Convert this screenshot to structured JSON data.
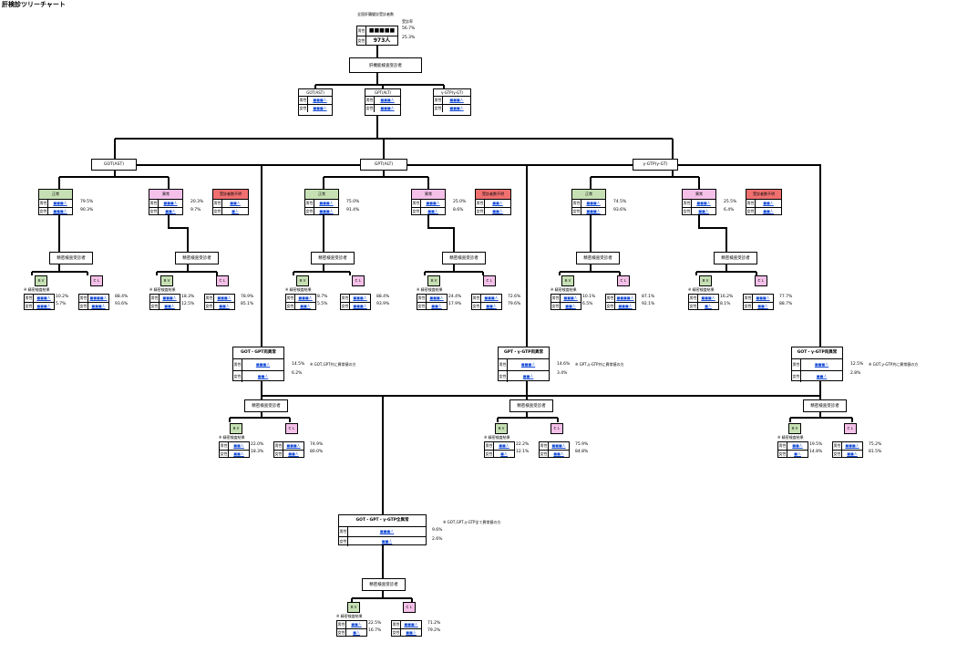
{
  "page_title": "肝検診ツリーチャート",
  "top": {
    "caption": "全国肝臓健診受診者数",
    "rate_label": "受診率",
    "male_label": "男性",
    "female_label": "女性",
    "male_value": "■■■■■",
    "female_value": "973人",
    "male_pct": "56.7%",
    "female_pct": "25.3%"
  },
  "step1": "肝機能検査受診者",
  "tests": [
    {
      "name": "GOT(AST)",
      "male": "■■■人",
      "female": "■■■人"
    },
    {
      "name": "GPT(ALT)",
      "male": "■■■人",
      "female": "■■■人"
    },
    {
      "name": "γ-GTP(γ-GT)",
      "male": "■■■人",
      "female": "■■■人"
    }
  ],
  "branches": [
    {
      "name": "GOT(AST)",
      "normal": {
        "label": "正常",
        "male": "■■■人",
        "female": "■■■人",
        "male_pct": "79.5%",
        "female_pct": "90.3%"
      },
      "abnormal": {
        "label": "異常",
        "male": "■■■人",
        "female": "■■人",
        "male_pct": "20.3%",
        "female_pct": "9.7%"
      },
      "unknown": {
        "label": "受診者数不明",
        "male": "■■人",
        "female": "■人"
      },
      "sub": [
        {
          "step": "精密検査受診者",
          "left": "ＢＶ",
          "right": "ＣＬ",
          "note": "※ 精密検査結果",
          "a_male": "■■■人",
          "a_female": "■■■人",
          "a_mp": "10.2%",
          "a_fp": "5.7%",
          "b_male": "■■■■人",
          "b_female": "■■■人",
          "b_mp": "88.4%",
          "b_fp": "93.6%"
        },
        {
          "step": "精密検査受診者",
          "left": "ＢＶ",
          "right": "ＣＬ",
          "note": "※ 精密検査結果",
          "a_male": "■■■人",
          "a_female": "■■人",
          "a_mp": "18.3%",
          "a_fp": "12.5%",
          "b_male": "■■■人",
          "b_female": "■■人",
          "b_mp": "78.9%",
          "b_fp": "85.1%"
        }
      ]
    },
    {
      "name": "GPT(ALT)",
      "normal": {
        "label": "正常",
        "male": "■■■人",
        "female": "■■■人",
        "male_pct": "75.0%",
        "female_pct": "91.4%"
      },
      "abnormal": {
        "label": "異常",
        "male": "■■■人",
        "female": "■■人",
        "male_pct": "25.0%",
        "female_pct": "8.6%"
      },
      "unknown": {
        "label": "受診者数不明",
        "male": "■■人",
        "female": "■■人"
      },
      "sub": [
        {
          "step": "精密検査受診者",
          "left": "ＢＶ",
          "right": "ＣＬ",
          "note": "※ 精密検査結果",
          "a_male": "■■■人",
          "a_female": "■■人",
          "a_mp": "8.7%",
          "a_fp": "5.5%",
          "b_male": "■■■人",
          "b_female": "■■■人",
          "b_mp": "88.4%",
          "b_fp": "93.9%"
        },
        {
          "step": "精密検査受診者",
          "left": "ＢＶ",
          "right": "ＣＬ",
          "note": "※ 精密検査結果",
          "a_male": "■■■人",
          "a_female": "■■人",
          "a_mp": "24.4%",
          "a_fp": "17.9%",
          "b_male": "■■■人",
          "b_female": "■■人",
          "b_mp": "72.6%",
          "b_fp": "79.6%"
        }
      ]
    },
    {
      "name": "γ-GTP(γ-GT)",
      "normal": {
        "label": "正常",
        "male": "■■■人",
        "female": "■■■人",
        "male_pct": "74.5%",
        "female_pct": "93.6%"
      },
      "abnormal": {
        "label": "異常",
        "male": "■■■人",
        "female": "■■人",
        "male_pct": "25.5%",
        "female_pct": "6.4%"
      },
      "unknown": {
        "label": "受診者数不明",
        "male": "■■人",
        "female": "■■人"
      },
      "sub": [
        {
          "step": "精密検査受診者",
          "left": "ＢＶ",
          "right": "ＣＬ",
          "note": "※ 精密検査結果",
          "a_male": "■■■人",
          "a_female": "■■人",
          "a_mp": "10.1%",
          "a_fp": "6.5%",
          "b_male": "■■■■人",
          "b_female": "■■■人",
          "b_mp": "87.1%",
          "b_fp": "92.1%"
        },
        {
          "step": "精密検査受診者",
          "left": "ＢＶ",
          "right": "ＣＬ",
          "note": "※ 精密検査結果",
          "a_male": "■■■人",
          "a_female": "■人",
          "a_mp": "16.2%",
          "a_fp": "8.1%",
          "b_male": "■■■人",
          "b_female": "■■人",
          "b_mp": "77.7%",
          "b_fp": "88.7%"
        }
      ]
    }
  ],
  "pairs": [
    {
      "name": "GOT・GPT両異常",
      "male": "■■■人",
      "female": "■■人",
      "male_pct": "14.5%",
      "female_pct": "6.2%",
      "note": "※ GOT,GPT共に異常値の方",
      "sub": {
        "step": "精密検査受診者",
        "left": "ＢＶ",
        "right": "ＣＬ",
        "note": "※ 精密検査結果",
        "a_male": "■■人",
        "a_female": "■■人",
        "a_mp": "22.0%",
        "a_fp": "18.3%",
        "b_male": "■■■人",
        "b_female": "■■人",
        "b_mp": "74.9%",
        "b_fp": "80.0%"
      }
    },
    {
      "name": "GPT・γ-GTP両異常",
      "male": "■■■人",
      "female": "■■人",
      "male_pct": "14.6%",
      "female_pct": "3.4%",
      "note": "※ GPT,γ-GTP共に異常値の方",
      "sub": {
        "step": "精密検査受診者",
        "left": "ＢＶ",
        "right": "ＣＬ",
        "note": "※ 精密検査結果",
        "a_male": "■■人",
        "a_female": "■人",
        "a_mp": "22.2%",
        "a_fp": "12.1%",
        "b_male": "■■■人",
        "b_female": "■■人",
        "b_mp": "75.9%",
        "b_fp": "84.8%"
      }
    },
    {
      "name": "GOT・γ-GTP両異常",
      "male": "■■■人",
      "female": "■■人",
      "male_pct": "12.5%",
      "female_pct": "2.8%",
      "note": "※ GOT,γ-GTP共に異常値の方",
      "sub": {
        "step": "精密検査受診者",
        "left": "ＢＶ",
        "right": "ＣＬ",
        "note": "※ 精密検査結果",
        "a_male": "■■人",
        "a_female": "■人",
        "a_mp": "19.5%",
        "a_fp": "14.8%",
        "b_male": "■■■人",
        "b_female": "■■人",
        "b_mp": "75.2%",
        "b_fp": "81.5%"
      }
    }
  ],
  "triple": {
    "name": "GOT・GPT・γ-GTP全異常",
    "male": "■■■人",
    "female": "■■人",
    "male_pct": "9.6%",
    "female_pct": "2.6%",
    "note": "※ GOT,GPT,γ-GTP全て異常値の方",
    "sub": {
      "step": "精密検査受診者",
      "left": "ＢＶ",
      "right": "ＣＬ",
      "note": "※ 精密検査結果",
      "a_male": "■■人",
      "a_female": "■人",
      "a_mp": "22.5%",
      "a_fp": "16.7%",
      "b_male": "■■■人",
      "b_female": "■■人",
      "b_mp": "71.2%",
      "b_fp": "79.2%"
    }
  }
}
